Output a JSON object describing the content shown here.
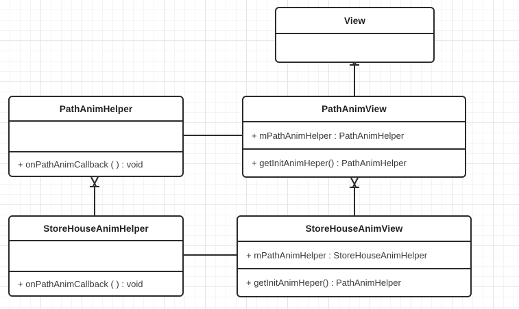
{
  "diagram": {
    "type": "uml-class-diagram",
    "background": "#ffffff",
    "grid_color_minor": "#f4f4f4",
    "grid_color_major": "#e6e6e6",
    "line_color": "#2b2b2b",
    "classes": [
      {
        "id": "view",
        "name": "View",
        "attributes": [],
        "methods": [],
        "empty_rows": 1
      },
      {
        "id": "path-anim-helper",
        "name": "PathAnimHelper",
        "attributes": [],
        "methods": [
          "+ onPathAnimCallback (  )  : void"
        ],
        "empty_rows": 1
      },
      {
        "id": "path-anim-view",
        "name": "PathAnimView",
        "attributes": [
          "+ mPathAnimHelper : PathAnimHelper"
        ],
        "methods": [
          "+ getInitAnimHeper() : PathAnimHelper"
        ],
        "empty_rows": 0
      },
      {
        "id": "store-house-anim-helper",
        "name": "StoreHouseAnimHelper",
        "attributes": [],
        "methods": [
          "+ onPathAnimCallback (  )  : void"
        ],
        "empty_rows": 1
      },
      {
        "id": "store-house-anim-view",
        "name": "StoreHouseAnimView",
        "attributes": [
          "+ mPathAnimHelper : StoreHouseAnimHelper"
        ],
        "methods": [
          "+ getInitAnimHeper() : PathAnimHelper"
        ],
        "empty_rows": 0
      }
    ],
    "relations": [
      {
        "id": "pathanimview-extends-view",
        "kind": "generalization",
        "from": "path-anim-view",
        "to": "view"
      },
      {
        "id": "storehouseanimhelper-extends-pathanimhelper",
        "kind": "generalization",
        "from": "store-house-anim-helper",
        "to": "path-anim-helper"
      },
      {
        "id": "storehouseanimview-extends-pathanimview",
        "kind": "generalization",
        "from": "store-house-anim-view",
        "to": "path-anim-view"
      },
      {
        "id": "pathanimhelper-assoc-pathanimview",
        "kind": "association",
        "from": "path-anim-helper",
        "to": "path-anim-view"
      },
      {
        "id": "storehouseanimhelper-assoc-storehouseanimview",
        "kind": "association",
        "from": "store-house-anim-helper",
        "to": "store-house-anim-view"
      }
    ]
  }
}
